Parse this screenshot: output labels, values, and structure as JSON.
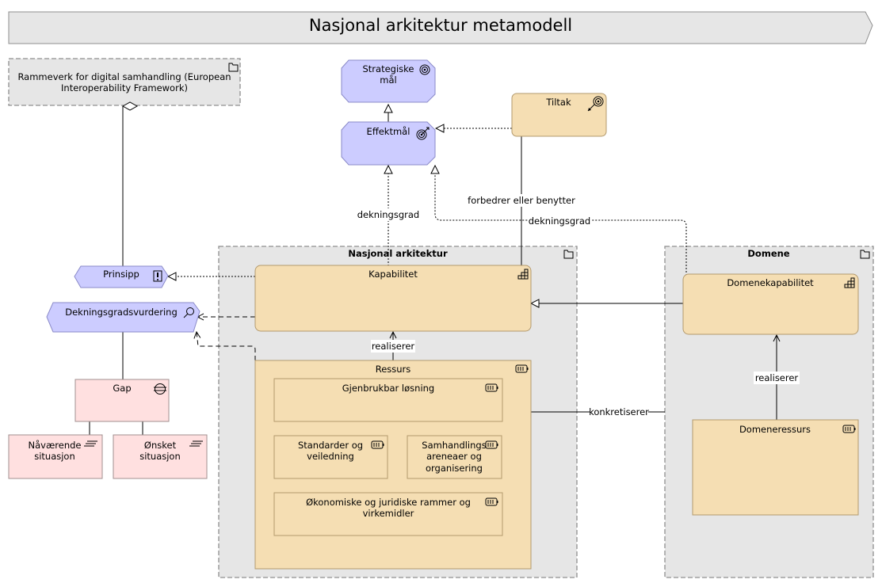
{
  "title": "Nasjonal arkitektur metamodell",
  "groups": {
    "eif": {
      "label_line1": "Rammeverk for digital samhandling (European",
      "label_line2": "Interoperability Framework)"
    },
    "nasjonal": {
      "label": "Nasjonal arkitektur"
    },
    "domene": {
      "label": "Domene"
    }
  },
  "elements": {
    "strategiske_mal": {
      "line1": "Strategiske",
      "line2": "mål"
    },
    "effektmal": {
      "label": "Effektmål"
    },
    "tiltak": {
      "label": "Tiltak"
    },
    "prinsipp": {
      "label": "Prinsipp"
    },
    "dekningsgradsvurdering": {
      "label": "Dekningsgradsvurdering"
    },
    "gap": {
      "label": "Gap"
    },
    "navaerende": {
      "line1": "Nåværende",
      "line2": "situasjon"
    },
    "onsket": {
      "line1": "Ønsket",
      "line2": "situasjon"
    },
    "kapabilitet": {
      "label": "Kapabilitet"
    },
    "ressurs": {
      "label": "Ressurs"
    },
    "gjenbrukbar": {
      "label": "Gjenbrukbar løsning"
    },
    "standarder": {
      "line1": "Standarder og",
      "line2": "veiledning"
    },
    "samhandlings": {
      "line1": "Samhandlings",
      "line2": "areneaer og",
      "line3": "organisering"
    },
    "okonomiske": {
      "line1": "Økonomiske og juridiske rammer og",
      "line2": "virkemidler"
    },
    "domenekapabilitet": {
      "label": "Domenekapabilitet"
    },
    "domeneressurs": {
      "label": "Domeneressurs"
    }
  },
  "relations": {
    "forbedrer": "forbedrer eller benytter",
    "dekningsgrad_1": "dekningsgrad",
    "dekningsgrad_2": "dekningsgrad",
    "realiserer_1": "realiserer",
    "realiserer_2": "realiserer",
    "konkretiserer": "konkretiserer"
  },
  "colors": {
    "goal": "#ccccff",
    "business": "#f5deb3",
    "gap": "#ffe0e0",
    "group": "#e6e6e6"
  }
}
